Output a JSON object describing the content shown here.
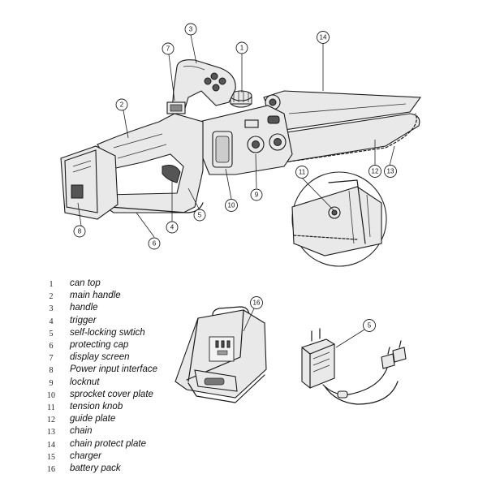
{
  "callouts": {
    "c1": "1",
    "c2": "2",
    "c3": "3",
    "c4": "4",
    "c5": "5",
    "c6": "6",
    "c7": "7",
    "c8": "8",
    "c9": "9",
    "c10": "10",
    "c11": "11",
    "c12": "12",
    "c13": "13",
    "c14": "14",
    "c15": "5",
    "c16": "16"
  },
  "legend": [
    {
      "num": "1",
      "label": "can top"
    },
    {
      "num": "2",
      "label": "main handle"
    },
    {
      "num": "3",
      "label": "handle"
    },
    {
      "num": "4",
      "label": "trigger"
    },
    {
      "num": "5",
      "label": "self-locking  swtich"
    },
    {
      "num": "6",
      "label": "protecting cap"
    },
    {
      "num": "7",
      "label": "display screen"
    },
    {
      "num": "8",
      "label": "Power input interface"
    },
    {
      "num": "9",
      "label": "locknut"
    },
    {
      "num": "10",
      "label": "sprocket cover plate"
    },
    {
      "num": "11",
      "label": "tension knob"
    },
    {
      "num": "12",
      "label": "guide plate"
    },
    {
      "num": "13",
      "label": "chain"
    },
    {
      "num": "14",
      "label": "chain protect plate"
    },
    {
      "num": "15",
      "label": "charger"
    },
    {
      "num": "16",
      "label": "battery pack"
    }
  ]
}
